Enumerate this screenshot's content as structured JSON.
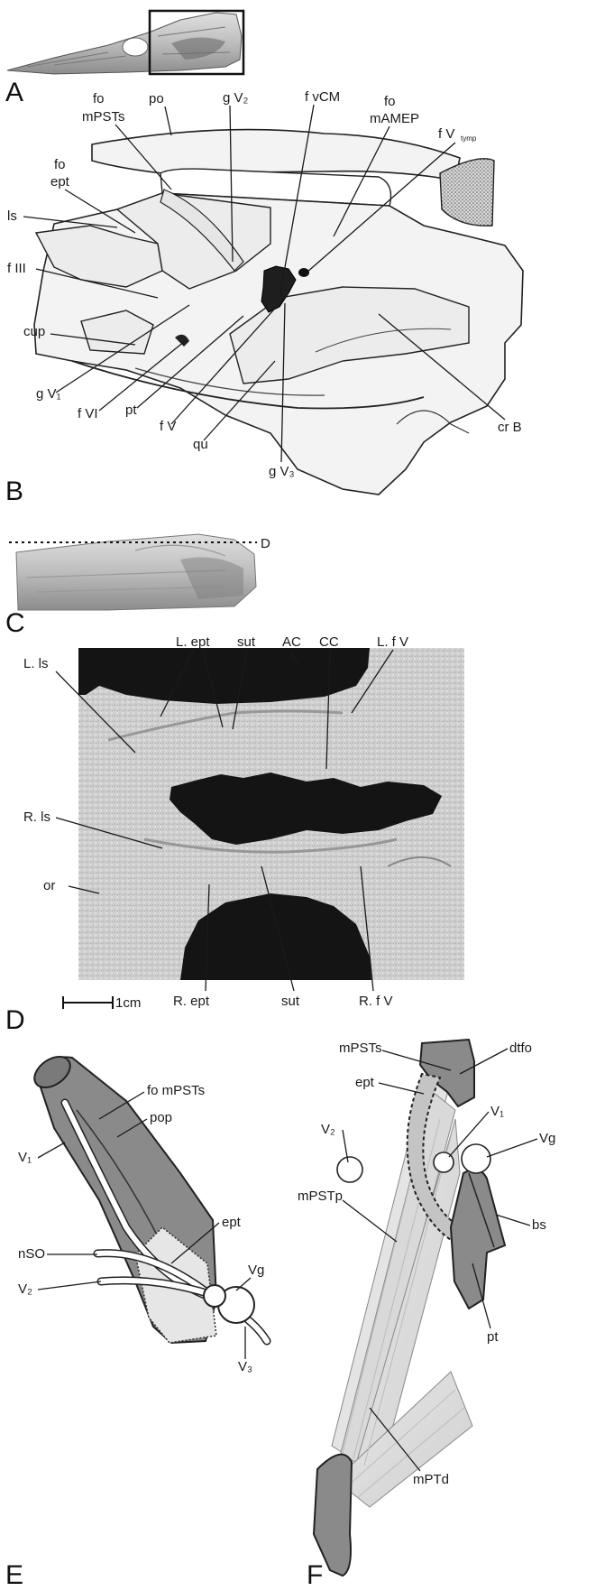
{
  "panels": {
    "A": "A",
    "B": "B",
    "C": "C",
    "D": "D",
    "E": "E",
    "F": "F"
  },
  "panel_b_labels": {
    "po": "po",
    "fo_mPSTs_1": "fo",
    "fo_mPSTs_2": "mPSTs",
    "g_V2": "g V₂",
    "f_vCM": "f vCM",
    "fo_mAMEP_1": "fo",
    "fo_mAMEP_2": "mAMEP",
    "f_Vtymp": "f V",
    "f_Vtymp_sub": "tymp",
    "fo_ept_1": "fo",
    "fo_ept_2": "ept",
    "ls": "ls",
    "f_III": "f III",
    "cup": "cup",
    "g_V1": "g V₁",
    "f_VI": "f VI",
    "pt": "pt",
    "f_V": "f V",
    "qu": "qu",
    "g_V3": "g V₃",
    "cr_B": "cr B"
  },
  "panel_c_labels": {
    "section_D": "D"
  },
  "panel_d_labels": {
    "L_ept": "L. ept",
    "sut_top": "sut",
    "AC": "AC",
    "CC": "CC",
    "L_fV": "L. f V",
    "L_ls": "L. ls",
    "R_ls": "R. ls",
    "or": "or",
    "R_ept": "R. ept",
    "sut_bottom": "sut",
    "R_fV": "R. f V",
    "scale": "1cm"
  },
  "panel_e_labels": {
    "fo_mPSTs": "fo mPSTs",
    "pop": "pop",
    "V1": "V₁",
    "ept": "ept",
    "nSO": "nSO",
    "V2": "V₂",
    "Vg": "Vg",
    "V3": "V₃"
  },
  "panel_f_labels": {
    "mPSTs": "mPSTs",
    "dtfo": "dtfo",
    "ept": "ept",
    "V1": "V₁",
    "V2": "V₂",
    "Vg": "Vg",
    "mPSTp": "mPSTp",
    "bs": "bs",
    "pt": "pt",
    "mPTd": "mPTd"
  },
  "colors": {
    "ct_dark": "#141414",
    "ct_bone": "#c8c8c8",
    "schematic_bone": "#8a8a8a",
    "muscle": "#dcdcdc"
  }
}
